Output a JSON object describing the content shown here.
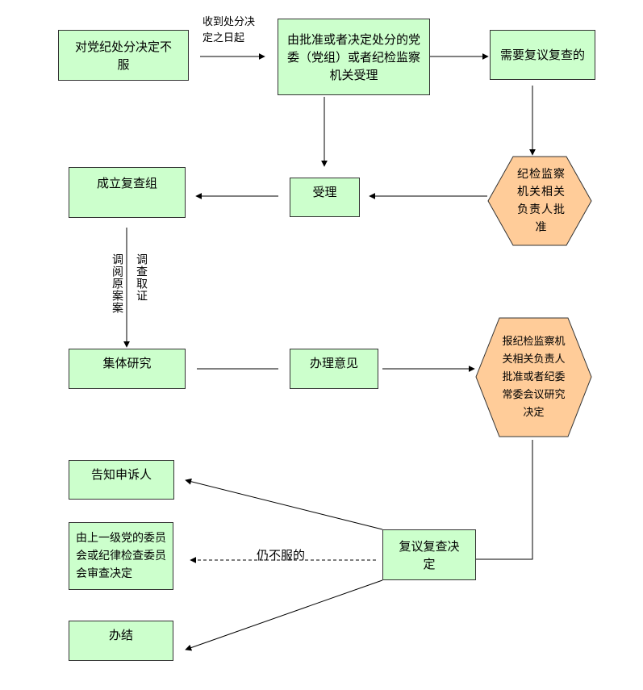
{
  "nodes": {
    "not_accept": "对党纪处分决定不服",
    "committee_accept": "由批准或者决定处分的党委（党组）或者纪检监察机关受理",
    "need_review": "需要复议复查的",
    "approve1": "纪检监察机关相关负责人批准",
    "accept": "受理",
    "set_up_group": "成立复查组",
    "collective_study": "集体研究",
    "handling_opinion": "办理意见",
    "approve2": "报纪检监察机关相关负责人批准或者纪委常委会议研究决定",
    "review_decision": "复议复查决定",
    "notify": "告知申诉人",
    "higher_level": "由上一级党的委员会或纪律检查委员会审查决定",
    "close_case": "办结"
  },
  "labels": {
    "from_date": "收到处分决定之日起",
    "consult_files": "调阅原案案",
    "investigate": "调查取证",
    "still_not_accept": "仍不服的"
  },
  "colors": {
    "green_box": "#ccffcc",
    "orange_hex": "#ffcc99",
    "line": "#000000"
  }
}
